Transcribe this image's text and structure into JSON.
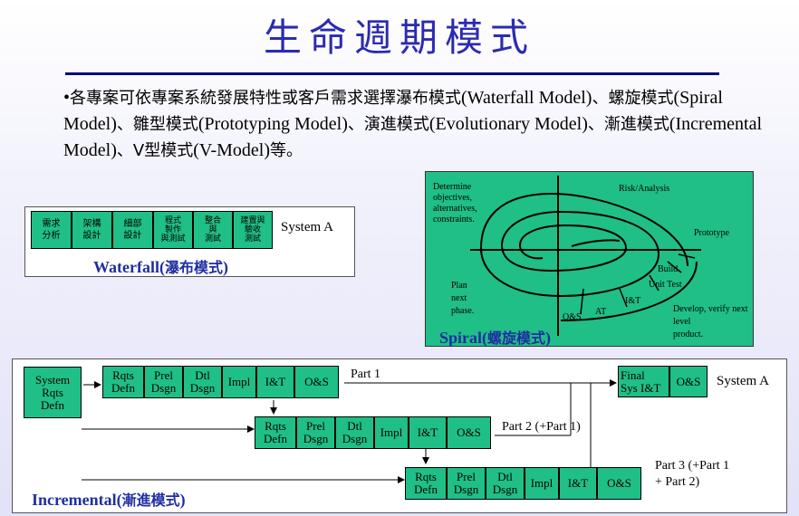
{
  "title": "生命週期模式",
  "intro": {
    "bullet": "•",
    "parts": [
      {
        "t": "各專案可依專案系統發展特性或客戶需求選擇瀑布模式",
        "cjk": true
      },
      {
        "t": "(Waterfall Model)",
        "cjk": false
      },
      {
        "t": "、螺旋模式",
        "cjk": true
      },
      {
        "t": "(Spiral Model)",
        "cjk": false
      },
      {
        "t": "、雛型模式",
        "cjk": true
      },
      {
        "t": "(Prototyping Model)",
        "cjk": false
      },
      {
        "t": "、演進模式",
        "cjk": true
      },
      {
        "t": "(Evolutionary Model)",
        "cjk": false
      },
      {
        "t": "、漸進模式",
        "cjk": true
      },
      {
        "t": "(Incremental Model)",
        "cjk": false
      },
      {
        "t": "、V型模式",
        "cjk": true
      },
      {
        "t": "(V-Model)",
        "cjk": false
      },
      {
        "t": "等。",
        "cjk": true
      }
    ]
  },
  "waterfall": {
    "phases": [
      [
        "需求",
        "分析"
      ],
      [
        "架構",
        "設計"
      ],
      [
        "細部",
        "設計"
      ],
      [
        "程式",
        "製作",
        "與測試"
      ],
      [
        "整合",
        "與",
        "測試"
      ],
      [
        "建置與",
        "驗收",
        "測試"
      ]
    ],
    "system_label": "System A",
    "caption_en": "Waterfall(",
    "caption_cjk": "瀑布模式",
    "caption_end": ")"
  },
  "spiral": {
    "determine": [
      "Determine",
      "objectives,",
      "alternatives,",
      "constraints."
    ],
    "risk": "Risk/Analysis",
    "prototype": "Prototype",
    "build": "Build",
    "unit_test": "Unit Test",
    "it": "I&T",
    "at": "AT",
    "os": "O&S",
    "plan": [
      "Plan",
      "next",
      "phase."
    ],
    "develop": [
      "Develop, verify next",
      "level",
      "product."
    ],
    "caption_en": "Spiral(",
    "caption_cjk": "螺旋模式",
    "caption_end": ")"
  },
  "incremental": {
    "system_rqts": [
      "System",
      "Rqts",
      "Defn"
    ],
    "phases": [
      [
        "Rqts",
        "Defn"
      ],
      [
        "Prel",
        "Dsgn"
      ],
      [
        "Dtl",
        "Dsgn"
      ],
      [
        "Impl"
      ],
      [
        "I&T"
      ],
      [
        "O&S"
      ]
    ],
    "part1": "Part 1",
    "part2": "Part 2 (+Part 1)",
    "part3": [
      "Part 3 (+Part 1",
      "+ Part 2)"
    ],
    "final": [
      "Final",
      "Sys I&T"
    ],
    "final_os": "O&S",
    "system_label": "System A",
    "caption_en": "Incremental(",
    "caption_cjk": "漸進模式",
    "caption_end": ")"
  }
}
